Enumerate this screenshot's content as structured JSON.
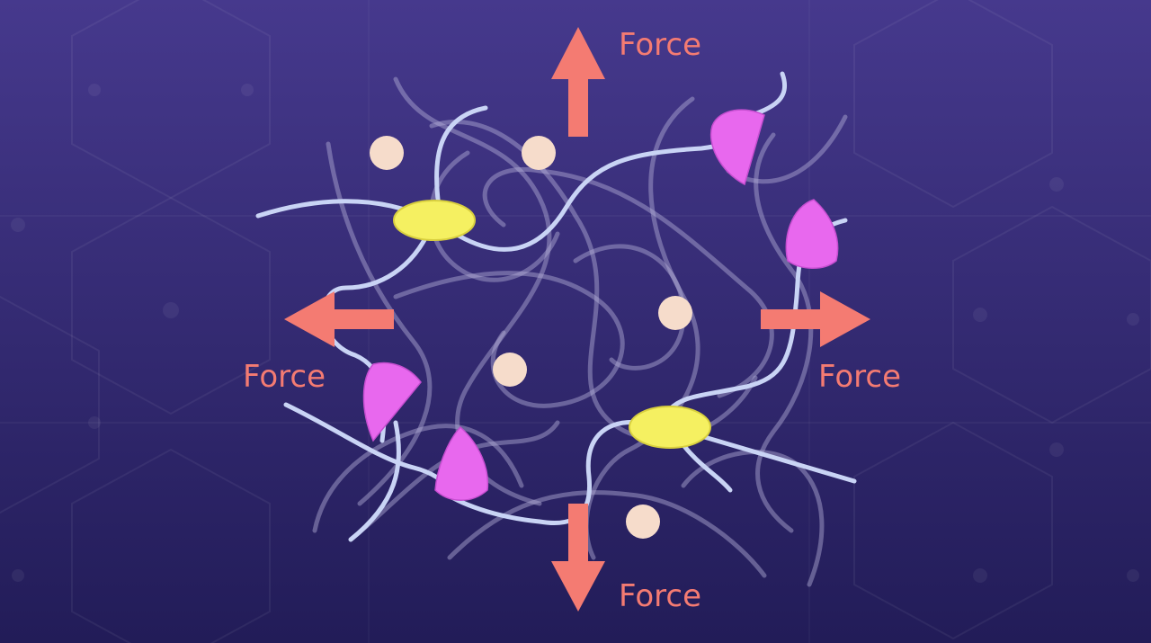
{
  "labels": {
    "top": "Force",
    "left": "Force",
    "right": "Force",
    "bottom": "Force"
  },
  "colors": {
    "background_top": "#46398d",
    "background_bottom": "#221c58",
    "arrow": "#f47b72",
    "strand_front": "#c9d4f5",
    "strand_back": "#b4b0d6",
    "crosslink": "#f5f061",
    "polymer_end": "#e868ee",
    "particle": "#f6dccb"
  }
}
